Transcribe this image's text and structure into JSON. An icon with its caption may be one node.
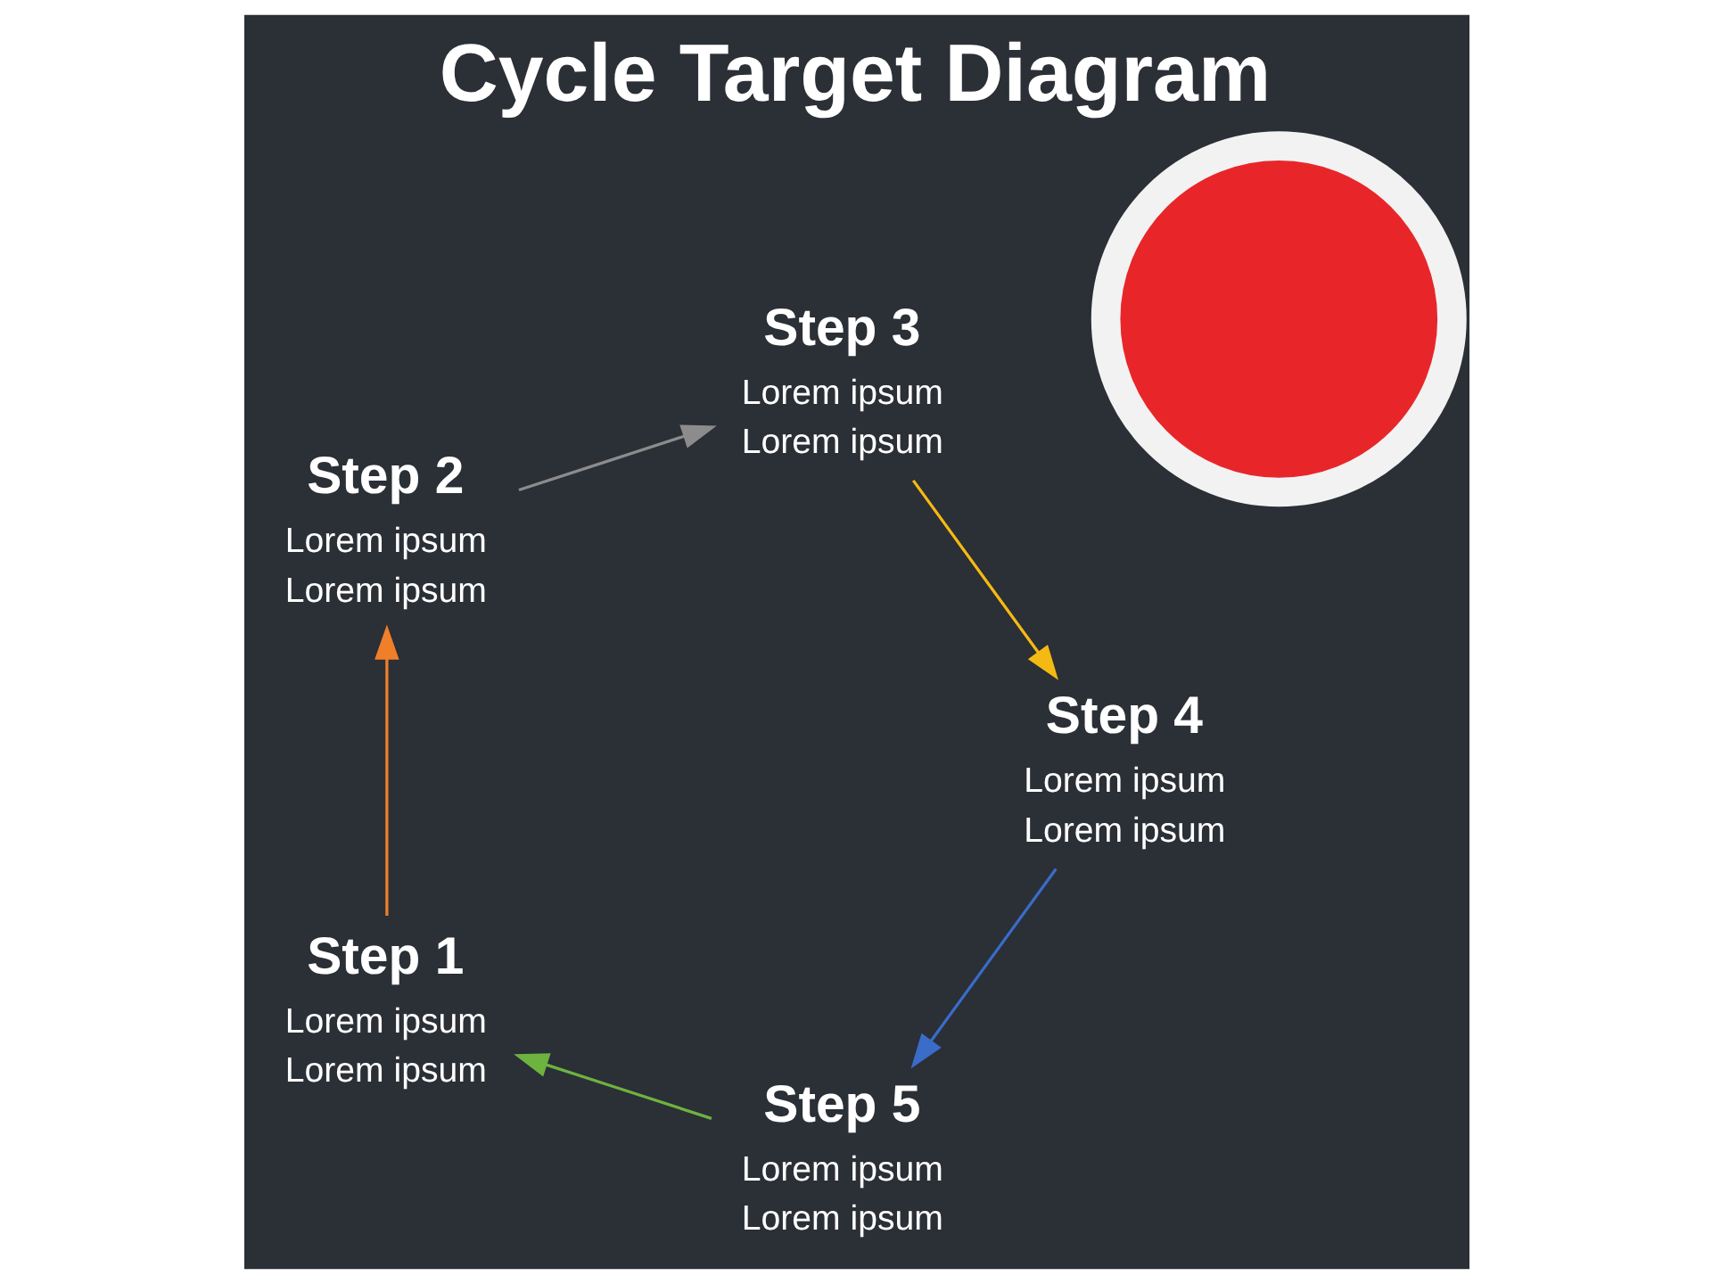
{
  "diagram": {
    "title": "Cycle Target Diagram",
    "nodes": [
      {
        "text": [
          "Step 5",
          "Lorem ipsum",
          "Lorem ipsum"
        ]
      },
      {
        "text": [
          "Step 1",
          "Lorem ipsum",
          "Lorem ipsum"
        ]
      },
      {
        "text": [],
        "shape": "picture"
      },
      {
        "text": [
          "Step 4",
          "Lorem ipsum",
          "Lorem ipsum"
        ]
      },
      {
        "text": [
          "Step 2",
          "Lorem ipsum",
          "Lorem ipsum"
        ]
      },
      {
        "text": [
          "Step 3",
          "Lorem ipsum",
          "Lorem ipsum"
        ]
      }
    ],
    "edges": [
      {
        "from": 0,
        "to": 1,
        "arrow": "to",
        "color": "#6db33f"
      },
      {
        "from": 1,
        "to": 4,
        "arrow": "to",
        "color": "#f07f2a"
      },
      {
        "from": 4,
        "to": 5,
        "arrow": "to",
        "color": "#8c8c8c"
      },
      {
        "from": 5,
        "to": 3,
        "arrow": "to",
        "color": "#f5b914"
      },
      {
        "from": 3,
        "to": 0,
        "arrow": "to",
        "color": "#3a6cc8"
      }
    ]
  }
}
